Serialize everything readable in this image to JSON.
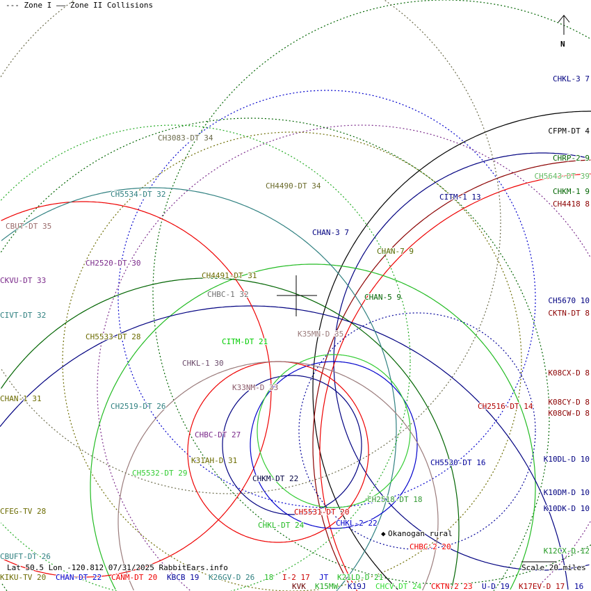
{
  "legend": {
    "zone1": "--- Zone I",
    "zone2": "—— Zone II Collisions"
  },
  "north_label": "N",
  "footer": {
    "location": "Lat 50.5 Lon -120.812 07/31/2025 RabbitEars.info",
    "scale": "Scale 20 miles"
  },
  "site_label": "Okanogan rural",
  "stations": [
    {
      "label": "CHKL-3 7",
      "color": "#000080"
    },
    {
      "label": "CFPM-DT 4",
      "color": "#000000"
    },
    {
      "label": "CHRP-2 9",
      "color": "#006400"
    },
    {
      "label": "CH5643-DT 39",
      "color": "#66bb66"
    },
    {
      "label": "CHKM-1 9",
      "color": "#006400"
    },
    {
      "label": "CH4418 8",
      "color": "#8b0000"
    },
    {
      "label": "CITM-1 13",
      "color": "#000080"
    },
    {
      "label": "CH3083-DT 34",
      "color": "#6b6b4b"
    },
    {
      "label": "CH4490-DT 34",
      "color": "#6b6b2b"
    },
    {
      "label": "CH5534-DT 32",
      "color": "#2f8080"
    },
    {
      "label": "CBUT-DT 35",
      "color": "#9a6b6b"
    },
    {
      "label": "CHAN-3 7",
      "color": "#000080"
    },
    {
      "label": "CHAN-7 9",
      "color": "#556b00"
    },
    {
      "label": "CH2520-DT 30",
      "color": "#7b2b8b"
    },
    {
      "label": "CKVU-DT 33",
      "color": "#7b2b8b"
    },
    {
      "label": "CH4491-DT 31",
      "color": "#6b6b00"
    },
    {
      "label": "CHBC-1 32",
      "color": "#707070"
    },
    {
      "label": "CHAN-5 9",
      "color": "#006400"
    },
    {
      "label": "CIVT-DT 32",
      "color": "#2f8080"
    },
    {
      "label": "CH5670 10",
      "color": "#000080"
    },
    {
      "label": "CKTN-DT 8",
      "color": "#8b0000"
    },
    {
      "label": "K35MN-D 35",
      "color": "#9a7b7b"
    },
    {
      "label": "CH5533-DT 28",
      "color": "#6b6b00"
    },
    {
      "label": "CITM-DT 21",
      "color": "#00cc00"
    },
    {
      "label": "CHKL-1 30",
      "color": "#6b4b6b"
    },
    {
      "label": "K08CX-D 8",
      "color": "#8b0000"
    },
    {
      "label": "K33NM-D 33",
      "color": "#8b5b6b"
    },
    {
      "label": "CHAN-1 31",
      "color": "#6b6b00"
    },
    {
      "label": "CH2519-DT 26",
      "color": "#2f8080"
    },
    {
      "label": "CH2516-DT 14",
      "color": "#b00000"
    },
    {
      "label": "K08CY-D 8",
      "color": "#8b0000"
    },
    {
      "label": "K08CW-D 8",
      "color": "#8b0000"
    },
    {
      "label": "CHBC-DT 27",
      "color": "#7b2b8b"
    },
    {
      "label": "CH5532-DT 29",
      "color": "#33cc33"
    },
    {
      "label": "K31AH-D 31",
      "color": "#6b6b00"
    },
    {
      "label": "CH5530-DT 16",
      "color": "#000099"
    },
    {
      "label": "K10DL-D 10",
      "color": "#000080"
    },
    {
      "label": "CHKM-DT 22",
      "color": "#000040"
    },
    {
      "label": "K10DM-D 10",
      "color": "#000080"
    },
    {
      "label": "CH2518-DT 18",
      "color": "#339933"
    },
    {
      "label": "K10DK-D 10",
      "color": "#000080"
    },
    {
      "label": "CFEG-TV 28",
      "color": "#6b6b00"
    },
    {
      "label": "CH5531-DT 20",
      "color": "#cc0000"
    },
    {
      "label": "CHKL-2 22",
      "color": "#0000cc"
    },
    {
      "label": "CHKL-DT 24",
      "color": "#22bb22"
    },
    {
      "label": "CHBC-2 20",
      "color": "#ee0000"
    },
    {
      "label": "K12CX-D 12",
      "color": "#229922"
    },
    {
      "label": "CBUFT-DT 26",
      "color": "#2f8080"
    },
    {
      "label": "KIKU-TV 20",
      "color": "#6b6b00"
    },
    {
      "label": "CHAN-DT 22",
      "color": "#0000cc"
    },
    {
      "label": "CANM-DT 20",
      "color": "#ee0000"
    },
    {
      "label": "KBCB 19",
      "color": "#000099"
    },
    {
      "label": "K26GV-D 26",
      "color": "#2f8080"
    },
    {
      "label": "18",
      "color": "#22bb22"
    },
    {
      "label": "I-2 17",
      "color": "#cc0000"
    },
    {
      "label": "JT",
      "color": "#0000cc"
    },
    {
      "label": "K21LD-D 21",
      "color": "#22bb22"
    },
    {
      "label": "KVK",
      "color": "#6b0000"
    },
    {
      "label": "K15MW",
      "color": "#22aa22"
    },
    {
      "label": "K19J",
      "color": "#000099"
    },
    {
      "label": "CHCV-DT 24",
      "color": "#33dd33"
    },
    {
      "label": "CKTN-2 23",
      "color": "#ee0000"
    },
    {
      "label": "U-D 19",
      "color": "#000099"
    },
    {
      "label": "K17EV-D 17",
      "color": "#aa0000"
    },
    {
      "label": "16",
      "color": "#000099"
    }
  ]
}
